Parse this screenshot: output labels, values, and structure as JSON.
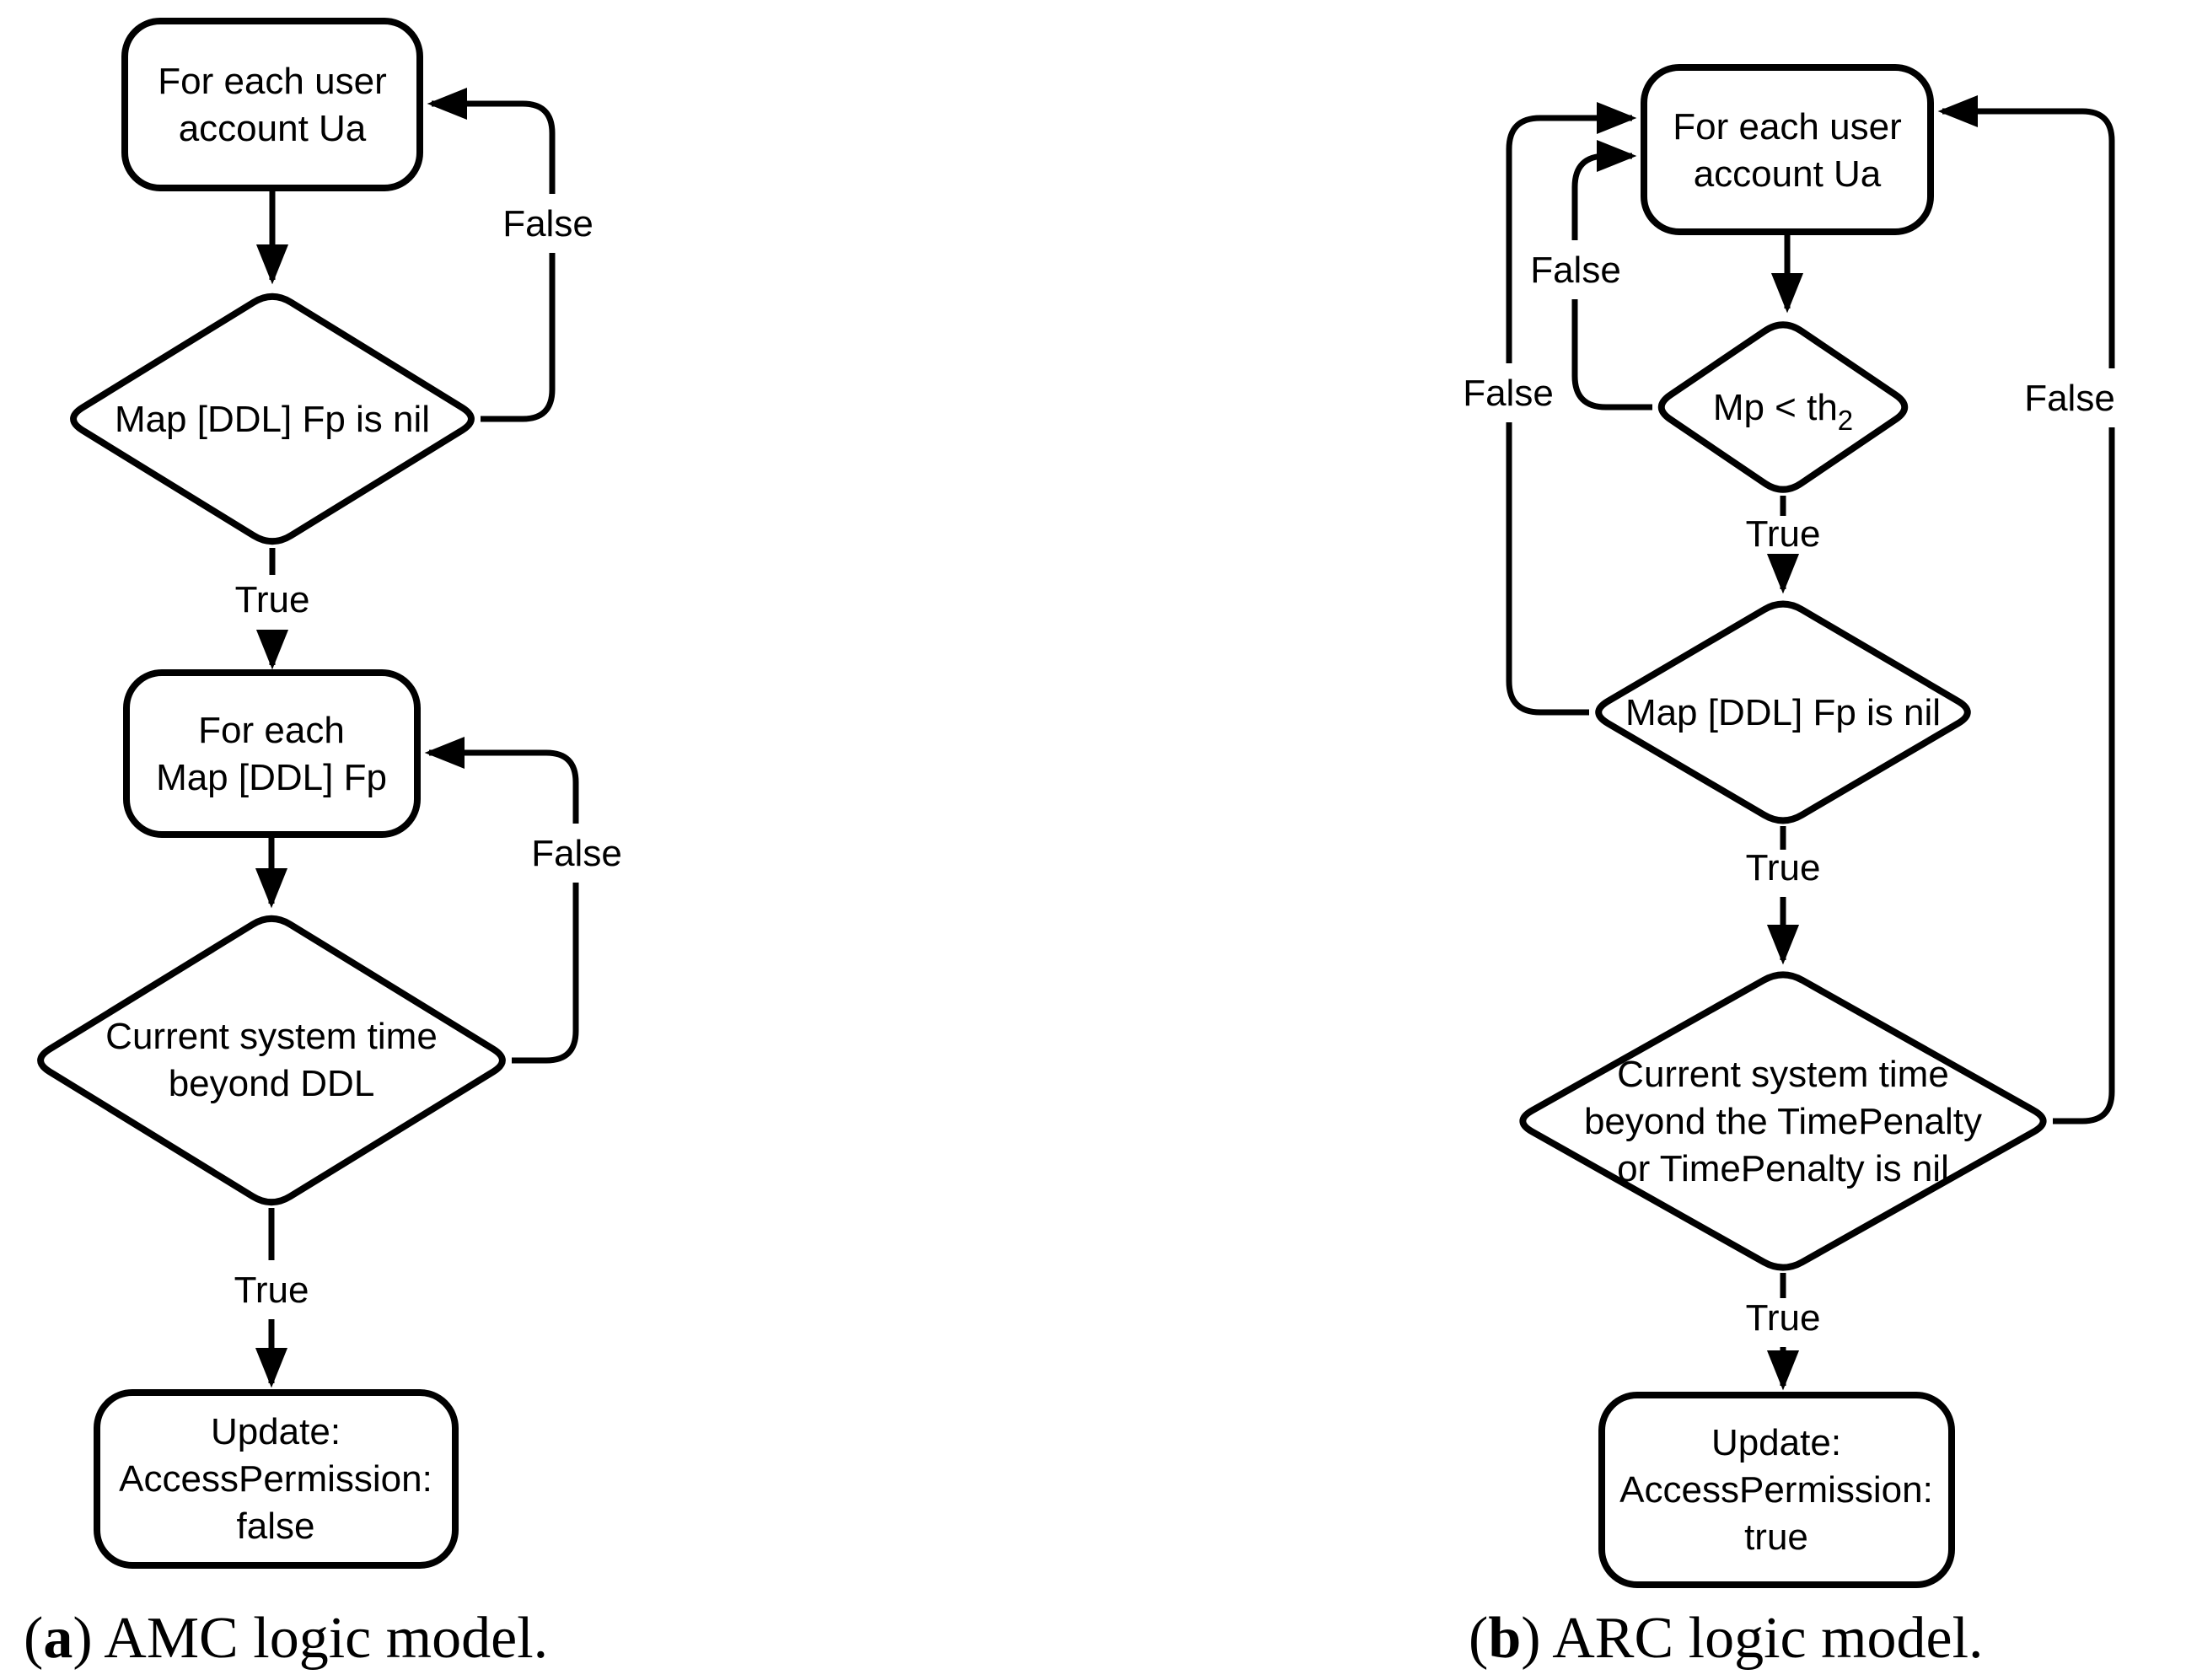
{
  "colors": {
    "ink": "#000000",
    "background": "#ffffff"
  },
  "panel_a": {
    "caption": {
      "open": "(",
      "letter": "a",
      "rest": ") AMC logic model."
    },
    "nodes": {
      "start": {
        "line1": "For each user",
        "line2": "account Ua"
      },
      "decision_map_nil": {
        "line1": "Map [DDL] Fp is nil"
      },
      "loop_each_map": {
        "line1": "For each",
        "line2": "Map [DDL] Fp"
      },
      "decision_time": {
        "line1": "Current system time",
        "line2": "beyond DDL"
      },
      "update": {
        "line1": "Update:",
        "line2": "AccessPermission:",
        "line3": "false"
      }
    },
    "labels": {
      "false_loop1": "False",
      "true1": "True",
      "false_loop2": "False",
      "true2": "True"
    }
  },
  "panel_b": {
    "caption": {
      "open": "(",
      "letter": "b",
      "rest": ") ARC logic model."
    },
    "nodes": {
      "start": {
        "line1": "For each user",
        "line2": "account Ua"
      },
      "decision_mp": {
        "main": "Mp < th",
        "sub": "2"
      },
      "decision_map_nil": {
        "line1": "Map [DDL] Fp is nil"
      },
      "decision_time": {
        "line1": "Current system time",
        "line2": "beyond the TimePenalty",
        "line3": "or TimePenalty is nil"
      },
      "update": {
        "line1": "Update:",
        "line2": "AccessPermission:",
        "line3": "true"
      }
    },
    "labels": {
      "false_inner": "False",
      "false_outer": "False",
      "false_right": "False",
      "true1": "True",
      "true2": "True",
      "true3": "True"
    }
  }
}
